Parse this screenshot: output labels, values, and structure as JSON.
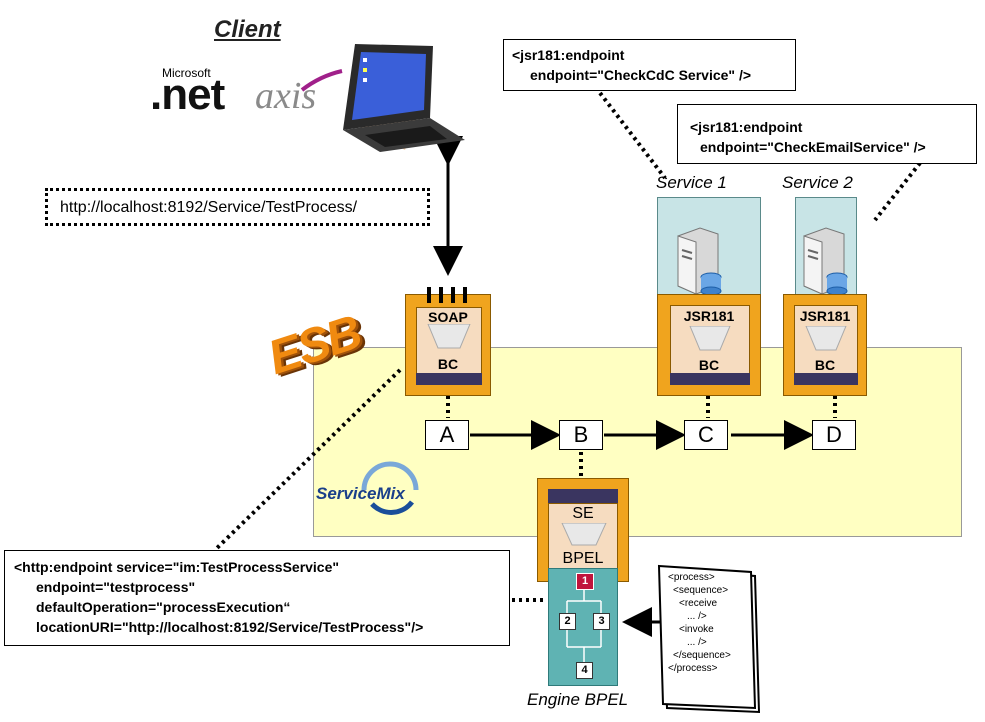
{
  "client": {
    "title": "Client",
    "microsoft": "Microsoft",
    "net": ".net",
    "axis": "axis"
  },
  "url_box": "http://localhost:8192/Service/TestProcess/",
  "esb_label": "ESB",
  "servicemix": "ServiceMix",
  "soap_bc": {
    "top": "SOAP",
    "bottom": "BC"
  },
  "service1": {
    "title": "Service 1",
    "top": "JSR181",
    "bottom": "BC"
  },
  "service2": {
    "title": "Service 2",
    "top": "JSR181",
    "bottom": "BC"
  },
  "endpoint1": {
    "line1": "<jsr181:endpoint",
    "line2": "endpoint=\"CheckCdC Service\" />"
  },
  "endpoint2": {
    "line1": "<jsr181:endpoint",
    "line2": "endpoint=\"CheckEmailService\" />"
  },
  "nodes": {
    "a": "A",
    "b": "B",
    "c": "C",
    "d": "D"
  },
  "se": {
    "top": "SE",
    "bottom": "BPEL",
    "steps": [
      "1",
      "2",
      "3",
      "4"
    ],
    "caption": "Engine BPEL"
  },
  "http_endpoint": {
    "line1": "<http:endpoint service=\"im:TestProcessService\"",
    "line2": "endpoint=\"testprocess\"",
    "line3": "defaultOperation=\"processExecution“",
    "line4": "locationURI=\"http://localhost:8192/Service/TestProcess\"/>"
  },
  "process_doc": [
    "<process>",
    "<sequence>",
    "<receive",
    "... />",
    "<invoke",
    "... />",
    "</sequence>",
    "</process>"
  ]
}
